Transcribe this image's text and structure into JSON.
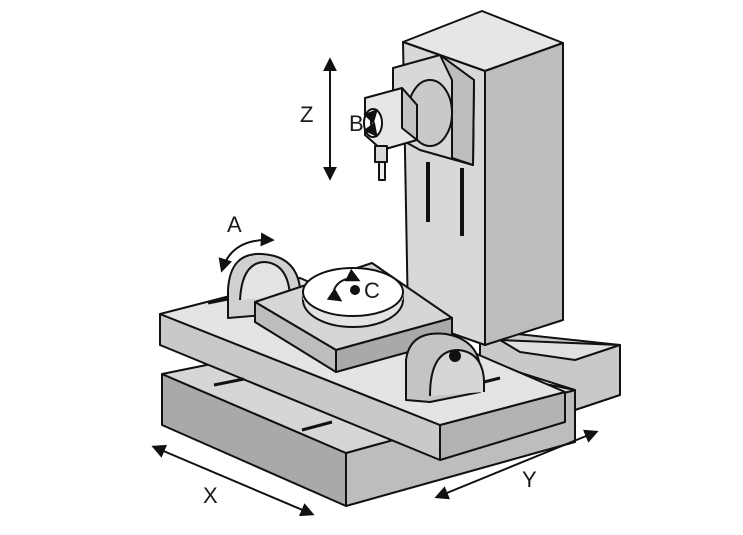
{
  "labels": {
    "z": "Z",
    "b": "B",
    "a": "A",
    "c": "C",
    "x": "X",
    "y": "Y"
  },
  "colors": {
    "outline": "#111111",
    "light": "#e4e4e4",
    "mid": "#c9c9c9",
    "dark": "#a9a9a9",
    "white": "#ffffff"
  }
}
